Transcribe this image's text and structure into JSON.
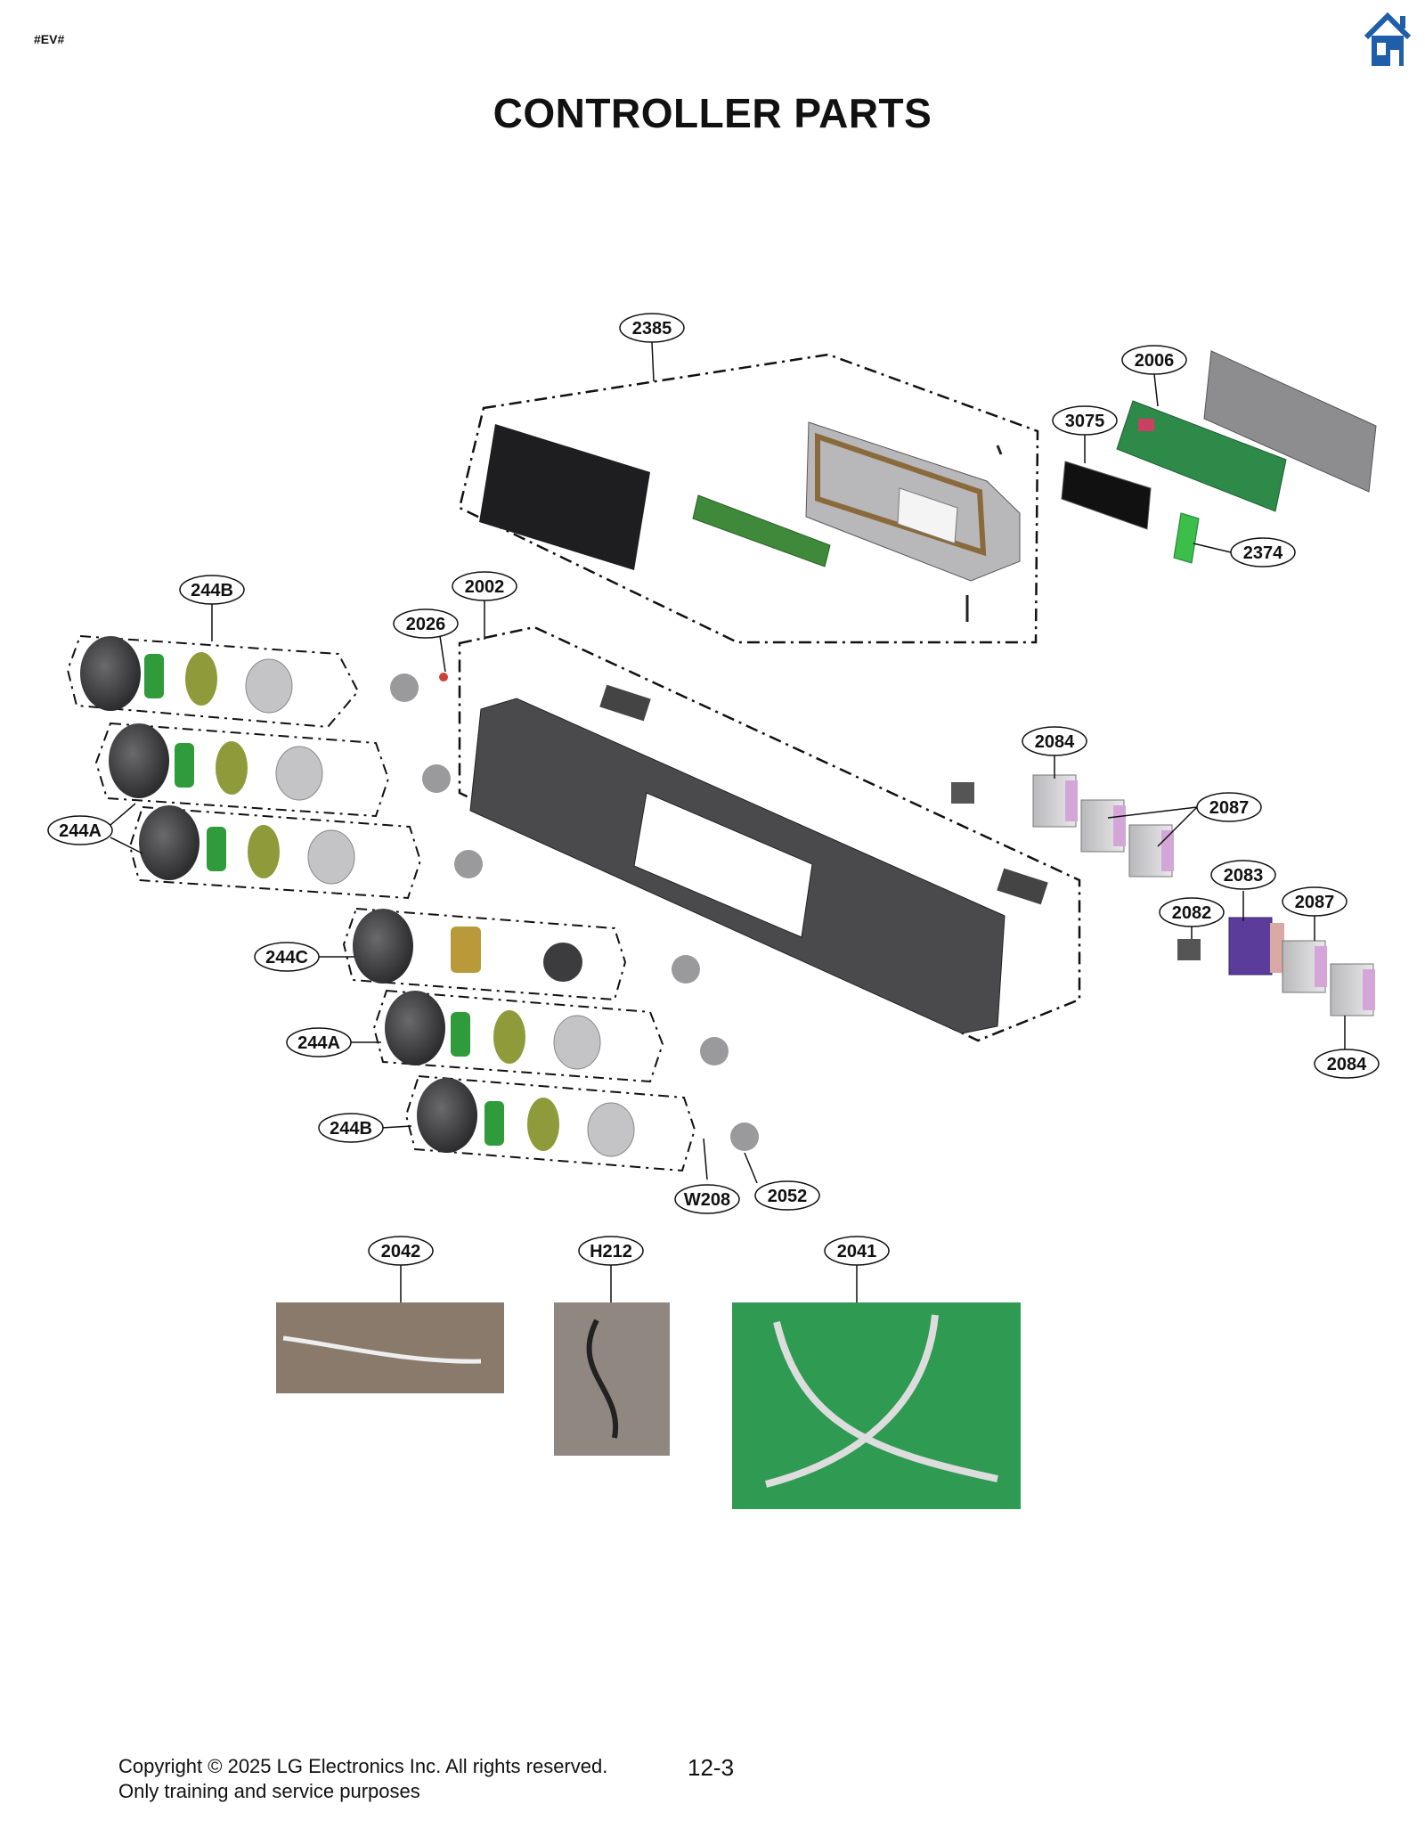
{
  "header": {
    "tag": "#EV#",
    "home_icon": "home-icon",
    "title": "CONTROLLER PARTS"
  },
  "callouts": [
    {
      "id": "c2385",
      "text": "2385"
    },
    {
      "id": "c2006",
      "text": "2006"
    },
    {
      "id": "c3075",
      "text": "3075"
    },
    {
      "id": "c2374",
      "text": "2374"
    },
    {
      "id": "c244B_top",
      "text": "244B"
    },
    {
      "id": "c2002",
      "text": "2002"
    },
    {
      "id": "c2026",
      "text": "2026"
    },
    {
      "id": "c244A_left",
      "text": "244A"
    },
    {
      "id": "c2084_top",
      "text": "2084"
    },
    {
      "id": "c2087_top",
      "text": "2087"
    },
    {
      "id": "c2083",
      "text": "2083"
    },
    {
      "id": "c2082",
      "text": "2082"
    },
    {
      "id": "c2087_right",
      "text": "2087"
    },
    {
      "id": "c2084_bottom",
      "text": "2084"
    },
    {
      "id": "c244C",
      "text": "244C"
    },
    {
      "id": "c244A_mid",
      "text": "244A"
    },
    {
      "id": "c244B_bottom",
      "text": "244B"
    },
    {
      "id": "cW208",
      "text": "W208"
    },
    {
      "id": "c2052",
      "text": "2052"
    },
    {
      "id": "c2042",
      "text": "2042"
    },
    {
      "id": "cH212",
      "text": "H212"
    },
    {
      "id": "c2041",
      "text": "2041"
    }
  ],
  "colors": {
    "panel": "#4a4a4d",
    "knob": "#3c3c3e",
    "clip_green": "#2f9b3a",
    "clip_olive": "#8f9b3a",
    "switch_pink": "#d4a6d8",
    "switch_purple": "#5b3c9a",
    "harness_bg_green": "#2e9a52",
    "home_blue": "#1f5ea8"
  },
  "footer": {
    "copyright": "Copyright © 2025 LG Electronics Inc. All rights reserved.",
    "purpose": "Only training and service purposes",
    "page": "12-3"
  }
}
